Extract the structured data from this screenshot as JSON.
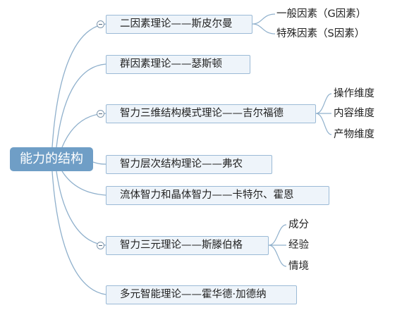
{
  "root": {
    "label": "能力的结构"
  },
  "branches": [
    {
      "label": "二因素理论——斯皮尔曼",
      "children": [
        "一般因素（G因素）",
        "特殊因素（S因素）"
      ]
    },
    {
      "label": "群因素理论——瑟斯顿",
      "children": []
    },
    {
      "label": "智力三维结构模式理论——吉尔福德",
      "children": [
        "操作维度",
        "内容维度",
        "产物维度"
      ]
    },
    {
      "label": "智力层次结构理论——弗农",
      "children": []
    },
    {
      "label": "流体智力和晶体智力——卡特尔、霍恩",
      "children": []
    },
    {
      "label": "智力三元理论——斯滕伯格",
      "children": [
        "成分",
        "经验",
        "情境"
      ]
    },
    {
      "label": "多元智能理论——霍华德·加德纳",
      "children": []
    }
  ],
  "colors": {
    "root_fill": "#6f9ec6",
    "node_fill": "#eef4fa",
    "node_border": "#9bbad6",
    "connector": "#8fb0cc"
  },
  "icons": {
    "collapse": "collapse-minus-icon"
  }
}
